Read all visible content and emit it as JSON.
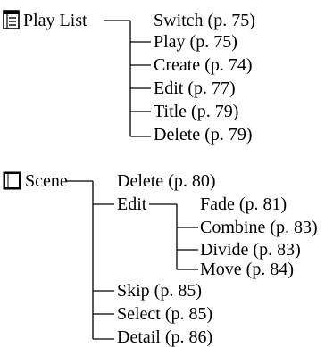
{
  "playlist": {
    "label": "Play List",
    "icon": "playlist-icon",
    "items": [
      {
        "label": "Switch (p. 75)"
      },
      {
        "label": "Play (p. 75)"
      },
      {
        "label": "Create (p. 74)"
      },
      {
        "label": "Edit (p. 77)"
      },
      {
        "label": "Title (p. 79)"
      },
      {
        "label": "Delete (p. 79)"
      }
    ]
  },
  "scene": {
    "label": "Scene",
    "icon": "scene-icon",
    "items": [
      {
        "label": "Delete (p. 80)"
      },
      {
        "label": "Edit"
      },
      {
        "label": "Skip (p. 85)"
      },
      {
        "label": "Select (p. 85)"
      },
      {
        "label": "Detail (p. 86)"
      }
    ],
    "edit_items": [
      {
        "label": "Fade (p. 81)"
      },
      {
        "label": "Combine (p. 83)"
      },
      {
        "label": "Divide (p. 83)"
      },
      {
        "label": "Move (p. 84)"
      }
    ]
  }
}
